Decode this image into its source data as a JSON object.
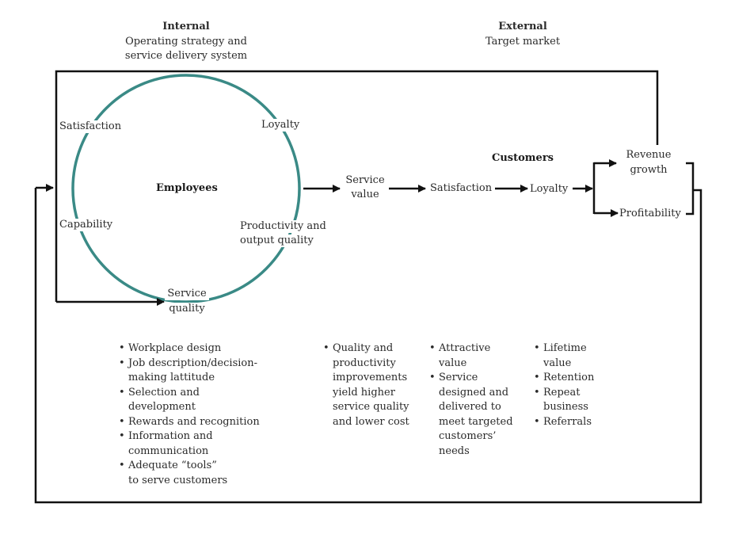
{
  "header": {
    "internal": {
      "title": "Internal",
      "subtitle_line1": "Operating strategy and",
      "subtitle_line2": "service delivery system"
    },
    "external": {
      "title": "External",
      "subtitle": "Target market"
    }
  },
  "employees": {
    "title": "Employees",
    "satisfaction": "Satisfaction",
    "loyalty": "Loyalty",
    "capability": "Capability",
    "productivity_line1": "Productivity and",
    "productivity_line2": "output quality",
    "service_quality_line1": "Service",
    "service_quality_line2": "quality"
  },
  "flow": {
    "service_value_line1": "Service",
    "service_value_line2": "value",
    "customers_title": "Customers",
    "customer_satisfaction": "Satisfaction",
    "customer_loyalty": "Loyalty",
    "revenue_line1": "Revenue",
    "revenue_line2": "growth",
    "profitability": "Profitability"
  },
  "bullets": {
    "internal_factors": [
      "Workplace design",
      "Job description/decision-\nmaking lattitude",
      "Selection and\ndevelopment",
      "Rewards and recognition",
      "Information and\ncommunication",
      "Adequate “tools”\nto serve customers"
    ],
    "service_value": [
      "Quality and\nproductivity\nimprovements\nyield higher\nservice quality\nand lower cost"
    ],
    "customer_satisfaction": [
      "Attractive\nvalue",
      "Service\ndesigned and\ndelivered to\nmeet targeted\ncustomers’\nneeds"
    ],
    "customer_loyalty": [
      "Lifetime\nvalue",
      "Retention",
      "Repeat\nbusiness",
      "Referrals"
    ]
  },
  "colors": {
    "circle": "#3a8a86",
    "line": "#111111"
  }
}
